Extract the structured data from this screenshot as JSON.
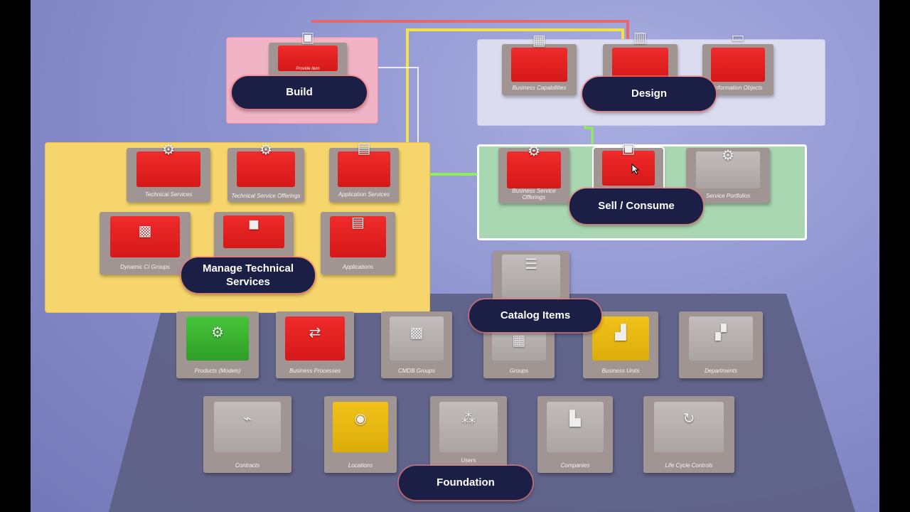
{
  "groups": {
    "build": "Build",
    "design": "Design",
    "sell_consume": "Sell / Consume",
    "manage_technical_services": "Manage Technical Services",
    "catalog_items": "Catalog Items",
    "foundation": "Foundation"
  },
  "tiles": {
    "build_item": "Provide item",
    "business_capabilities": "Business Capabilities",
    "information_objects": "Information Objects",
    "technical_services": "Technical Services",
    "technical_service_offerings": "Technical Service Offerings",
    "application_services": "Application Services",
    "dynamic_ci_groups": "Dynamic CI Groups",
    "applications": "Applications",
    "business_service_offerings": "Business Service Offerings",
    "service_portfolios": "Service Portfolios",
    "products_models": "Products (Models)",
    "business_processes": "Business Processes",
    "cmdb_groups": "CMDB Groups",
    "groups": "Groups",
    "business_units": "Business Units",
    "departments": "Departments",
    "contracts": "Contracts",
    "locations": "Locations",
    "users": "Users",
    "companies": "Companies",
    "life_cycle_controls": "Life Cycle Controls"
  },
  "colors": {
    "background": "#8d93cf",
    "build_platform": "#f0b4c6",
    "design_platform": "#dcdcf0",
    "sell_platform": "#a9d7b1",
    "manage_platform": "#f6d66c",
    "foundation_platform": "#5d5f84",
    "pill": "#1c1f45",
    "active_tile": "#e32020",
    "connector_yellow": "#f4e04a",
    "connector_green": "#8ef050",
    "connector_red": "#f06060"
  }
}
